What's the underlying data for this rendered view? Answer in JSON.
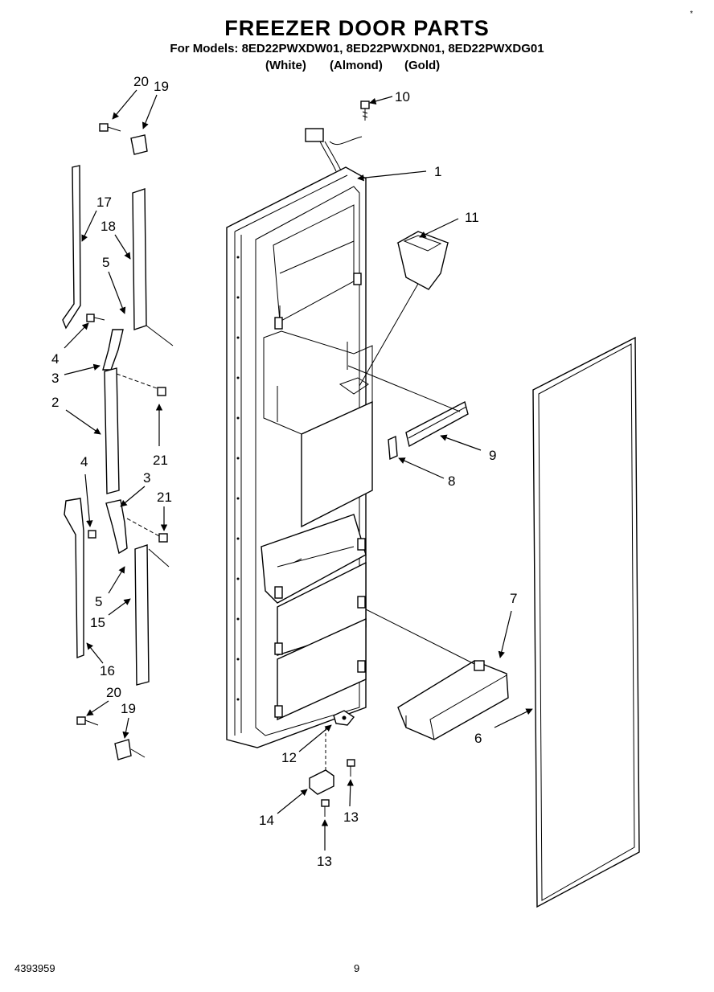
{
  "header": {
    "title": "FREEZER DOOR PARTS",
    "models_line": "For Models: 8ED22PWXDW01, 8ED22PWXDN01, 8ED22PWXDG01",
    "variants": [
      "(White)",
      "(Almond)",
      "(Gold)"
    ]
  },
  "corner_mark": "*",
  "footer": {
    "doc_number": "4393959",
    "page": "9"
  },
  "callouts": {
    "c1": "1",
    "c2": "2",
    "c3a": "3",
    "c3b": "3",
    "c4a": "4",
    "c4b": "4",
    "c5a": "5",
    "c5b": "5",
    "c6": "6",
    "c7": "7",
    "c8": "8",
    "c9": "9",
    "c10": "10",
    "c11": "11",
    "c12": "12",
    "c13a": "13",
    "c13b": "13",
    "c14": "14",
    "c15": "15",
    "c16": "16",
    "c17": "17",
    "c18": "18",
    "c19a": "19",
    "c19b": "19",
    "c20a": "20",
    "c20b": "20",
    "c21a": "21",
    "c21b": "21"
  }
}
